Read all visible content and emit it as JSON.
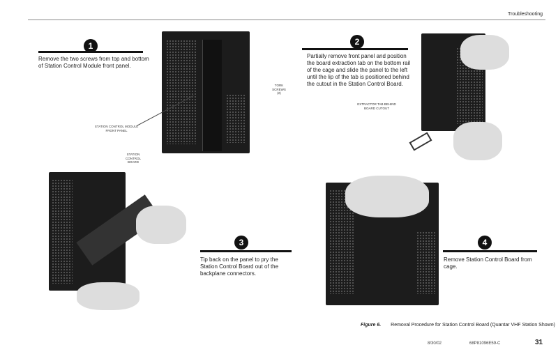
{
  "header": {
    "section": "Troubleshooting"
  },
  "steps": [
    {
      "number": "1",
      "text": "Remove the two screws from top and bottom of Station Control Module front panel."
    },
    {
      "number": "2",
      "text": "Partially remove front panel and position the board extraction tab on the bottom rail of the cage and slide the panel to the left until the lip of the tab is positioned behind the cutout in the Station Control Board."
    },
    {
      "number": "3",
      "text": "Tip back on the panel to pry the Station Control Board out of the backplane connectors."
    },
    {
      "number": "4",
      "text": "Remove Station Control Board from cage."
    }
  ],
  "callouts": {
    "front_panel": "STATION CONTROL MODULE FRONT PANEL",
    "tork_screws": "TORK SCREWS (2)",
    "extractor_tab": "EXTRACTOR TAB BEHIND BOARD CUTOUT",
    "station_board": "STATION CONTROL BOARD"
  },
  "figure": {
    "label": "Figure 6.",
    "caption": "Removal Procedure for Station Control Board (Quantar VHF Station Shown)"
  },
  "footer": {
    "date": "8/30/02",
    "doc_number": "68P81096E59-C",
    "page": "31"
  }
}
